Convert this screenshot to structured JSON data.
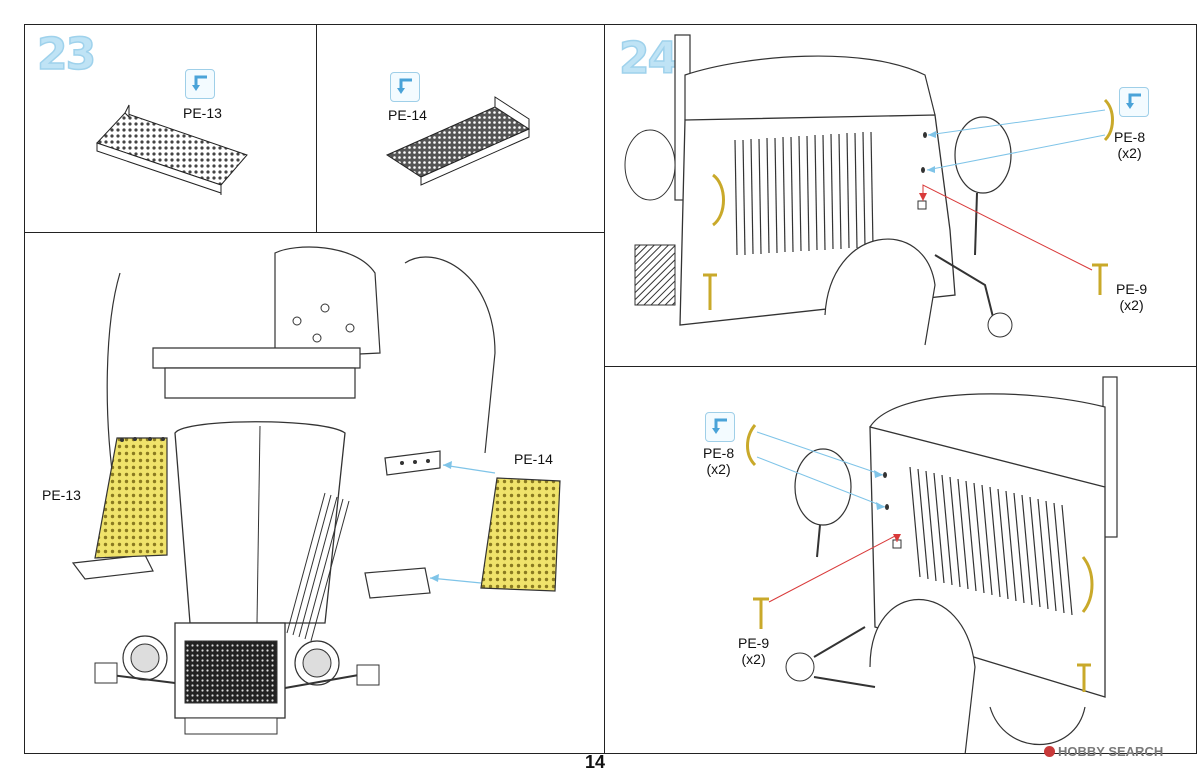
{
  "steps": {
    "step23": "23",
    "step24": "24"
  },
  "labels": {
    "pe13_top": "PE-13",
    "pe14_top": "PE-14",
    "pe13_main": "PE-13",
    "pe14_main": "PE-14",
    "pe8_a": "PE-8",
    "pe8_a_qty": "(x2)",
    "pe9_a": "PE-9",
    "pe9_a_qty": "(x2)",
    "pe8_b": "PE-8",
    "pe8_b_qty": "(x2)",
    "pe9_b": "PE-9",
    "pe9_b_qty": "(x2)"
  },
  "footer": {
    "page_number": "14",
    "watermark": "HOBBY SEARCH"
  },
  "colors": {
    "step_number": "#bfe3f5",
    "photo_etch_part": "#f0e36b",
    "guide_arrow": "#7fc4e8",
    "highlight_line": "#d93a3a",
    "line_art": "#333333"
  },
  "icons": [
    "photo-etch-icon",
    "guide-arrow",
    "leader-line"
  ]
}
